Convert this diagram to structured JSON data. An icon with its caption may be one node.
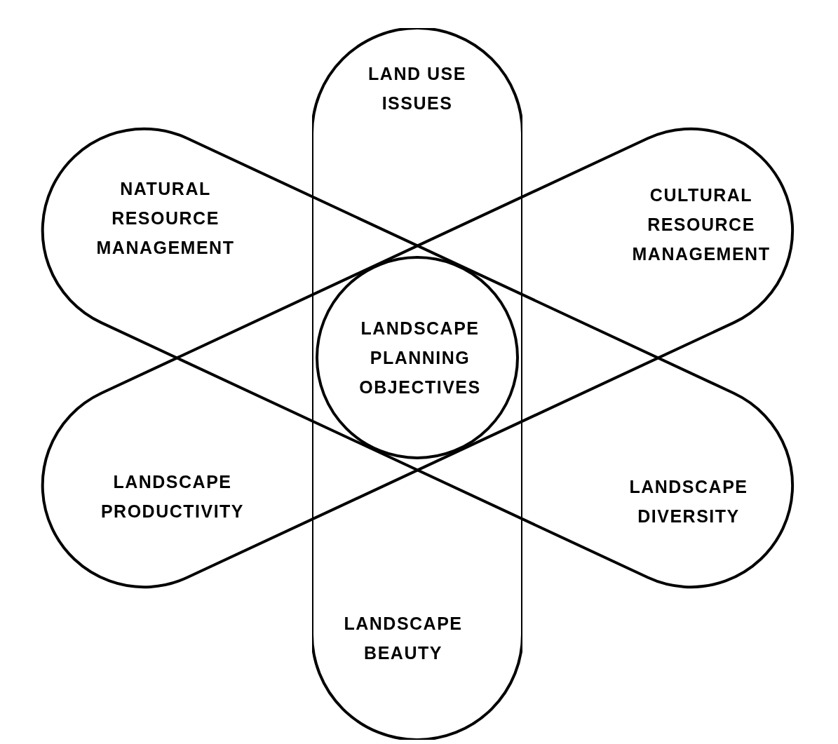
{
  "diagram": {
    "nodes": [
      {
        "text": [
          "LAND USE ISSUES",
          "LANDSCAPE BEAUTY"
        ]
      },
      {
        "text": [
          "NATURAL RESOURCE MANAGEMENT",
          "LANDSCAPE DIVERSITY"
        ]
      },
      {
        "text": [
          "CULTURAL RESOURCE MANAGEMENT",
          "LANDSCAPE PRODUCTIVITY"
        ]
      },
      {
        "text": [
          "LANDSCAPE PLANNING OBJECTIVES"
        ]
      }
    ]
  }
}
